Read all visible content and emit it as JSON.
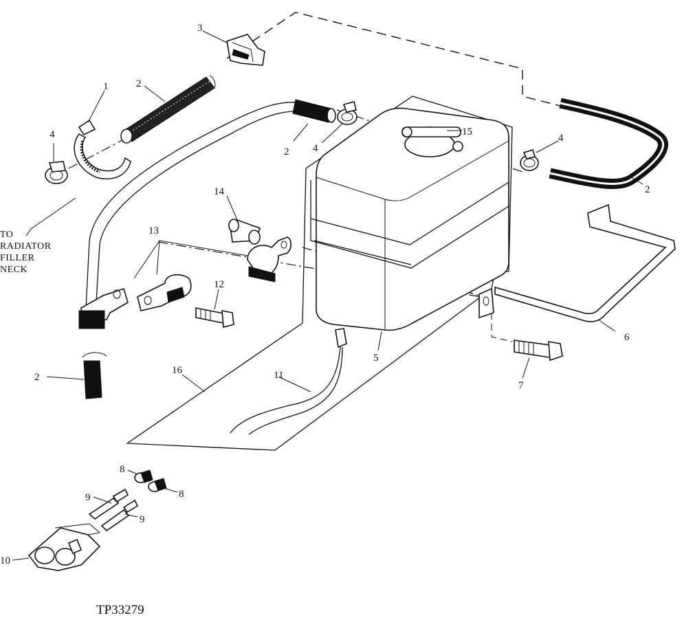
{
  "figure_id": "TP33279",
  "note_lines": [
    "TO",
    "RADIATOR",
    "FILLER",
    "NECK"
  ],
  "callouts": {
    "c1": "1",
    "c2a": "2",
    "c2b": "2",
    "c2c": "2",
    "c2d": "2",
    "c3": "3",
    "c4a": "4",
    "c4b": "4",
    "c4c": "4",
    "c5": "5",
    "c6": "6",
    "c7": "7",
    "c8a": "8",
    "c8b": "8",
    "c9a": "9",
    "c9b": "9",
    "c10": "10",
    "c11": "11",
    "c12": "12",
    "c13": "13",
    "c14": "14",
    "c15": "15",
    "c16": "16"
  }
}
